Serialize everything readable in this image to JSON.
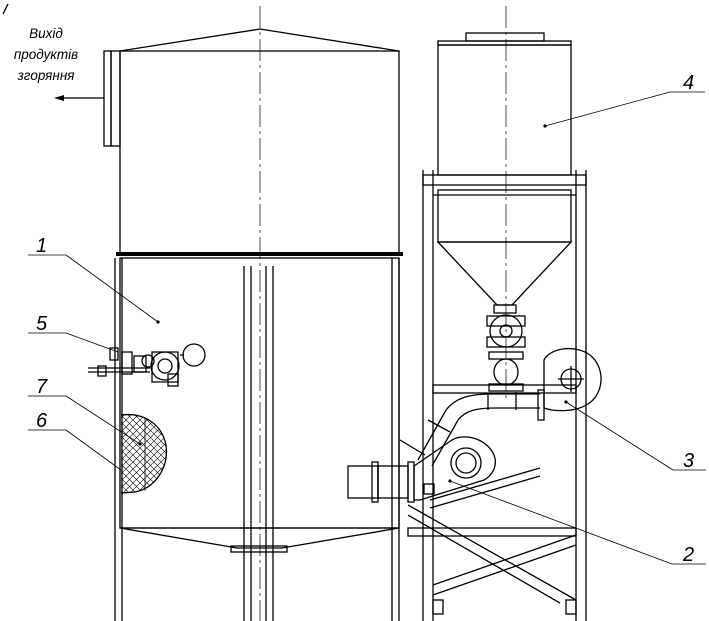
{
  "exhaust_note": {
    "line1": "Вихід",
    "line2": "продуктів",
    "line3": "згоряння"
  },
  "callouts": {
    "c1": "1",
    "c2": "2",
    "c3": "3",
    "c4": "4",
    "c5": "5",
    "c6": "6",
    "c7": "7"
  }
}
